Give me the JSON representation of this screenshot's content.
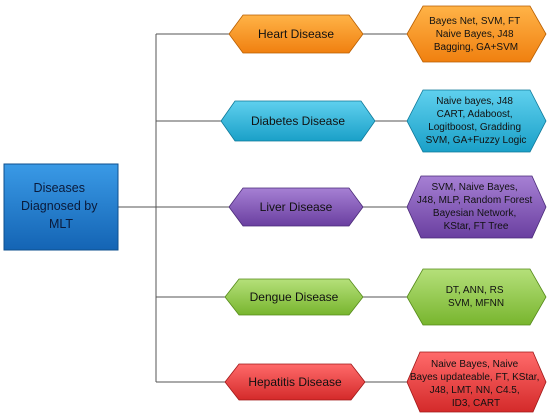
{
  "root": {
    "lines": [
      "Diseases",
      "Diagnosed by",
      "MLT"
    ]
  },
  "diseases": [
    {
      "name": "Heart Disease",
      "methods": [
        "Bayes Net, SVM, FT",
        "Naive Bayes, J48",
        "Bagging, GA+SVM"
      ],
      "color": "#f7921e"
    },
    {
      "name": "Diabetes Disease",
      "methods": [
        "Naive bayes, J48",
        "CART, Adaboost,",
        "Logitboost, Gradding",
        "SVM, GA+Fuzzy Logic"
      ],
      "color": "#2ab0d4"
    },
    {
      "name": "Liver Disease",
      "methods": [
        "SVM, Naive Bayes,",
        "J48, MLP, Random Forest",
        "Bayesian Network,",
        "KStar, FT Tree"
      ],
      "color": "#7a4fb0"
    },
    {
      "name": "Dengue Disease",
      "methods": [
        "DT, ANN, RS",
        "SVM, MFNN"
      ],
      "color": "#8cc63f"
    },
    {
      "name": "Hepatitis Disease",
      "methods": [
        "Naive Bayes, Naive",
        "Bayes updateable, FT, KStar,",
        "J48, LMT, NN, C4.5,",
        "ID3, CART"
      ],
      "color": "#e83a3a"
    }
  ],
  "colors": {
    "root": "#1f7fd0",
    "connector": "#555555"
  }
}
